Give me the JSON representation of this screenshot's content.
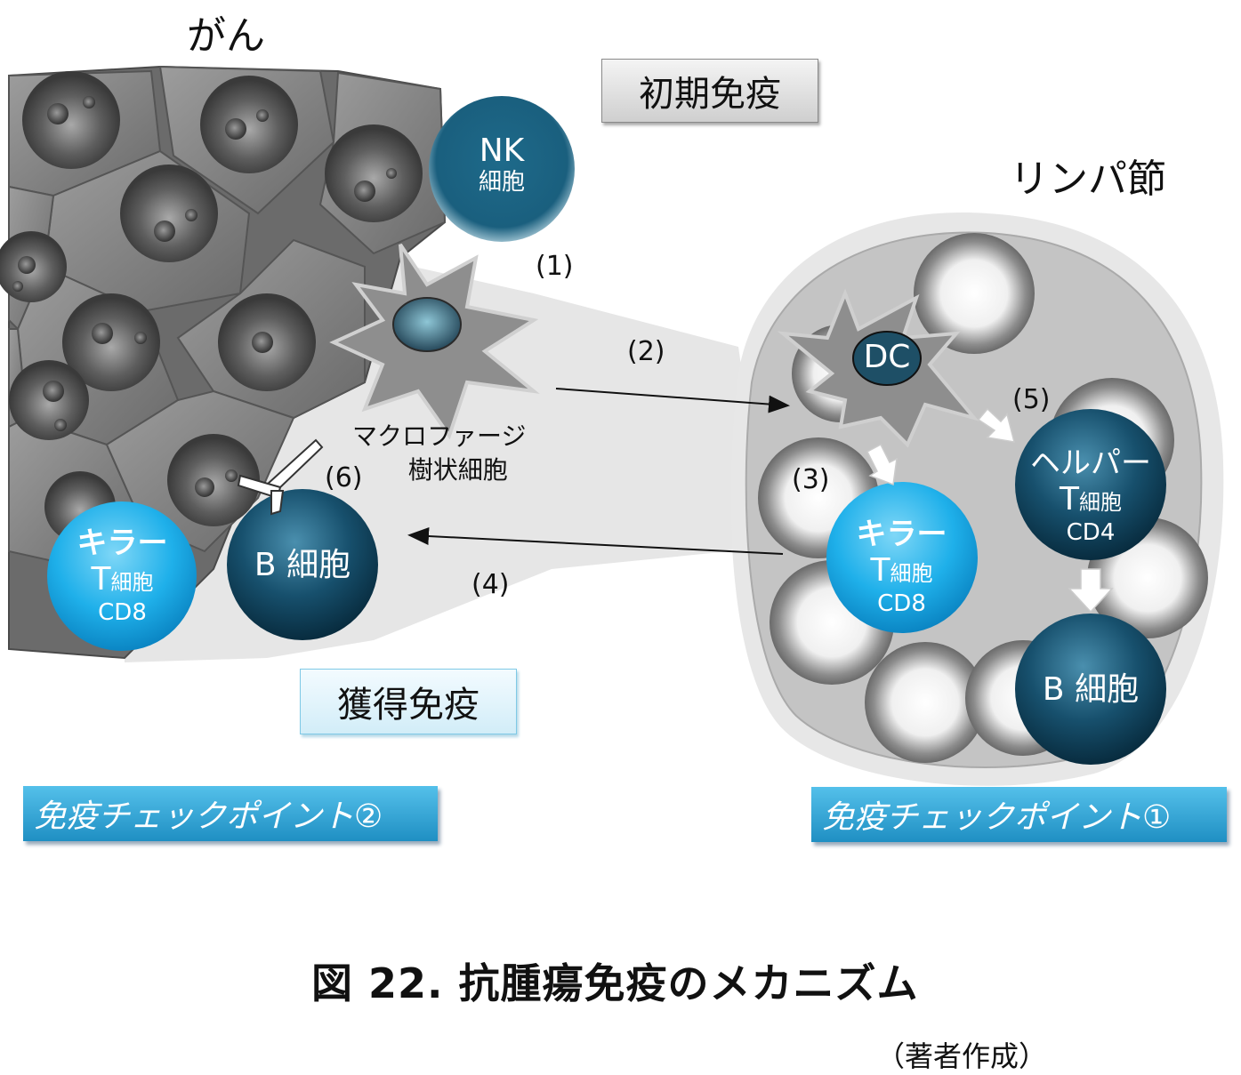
{
  "labels": {
    "cancer": "がん",
    "lymph_node": "リンパ節",
    "innate_immunity": "初期免疫",
    "acquired_immunity": "獲得免疫",
    "checkpoint_1": "免疫チェックポイント①",
    "checkpoint_2": "免疫チェックポイント②",
    "macrophage_dc": "マクロファージ\n樹状細胞"
  },
  "cells": {
    "nk": {
      "line1": "NK",
      "line2": "細胞"
    },
    "dc": "DC",
    "killer_left": {
      "line1": "キラー",
      "line2": "T",
      "line2b": "細胞",
      "line3": "CD8"
    },
    "b_left": "B 細胞",
    "killer_right": {
      "line1": "キラー",
      "line2": "T",
      "line2b": "細胞",
      "line3": "CD8"
    },
    "helper": {
      "line1": "ヘルパー",
      "line2": "T",
      "line2b": "細胞",
      "line3": "CD4"
    },
    "b_right": "B 細胞"
  },
  "steps": [
    "(1)",
    "(2)",
    "(3)",
    "(4)",
    "(5)",
    "(6)"
  ],
  "caption": "図 22.  抗腫瘍免疫のメカニズム",
  "author_note": "（著者作成）",
  "colors": {
    "cell_teal_dark": "#0f4a66",
    "cell_cyan": "#1ab0e8",
    "checkpoint_bg": "#3aaee0",
    "gray_cell": "#8c8c8c"
  }
}
